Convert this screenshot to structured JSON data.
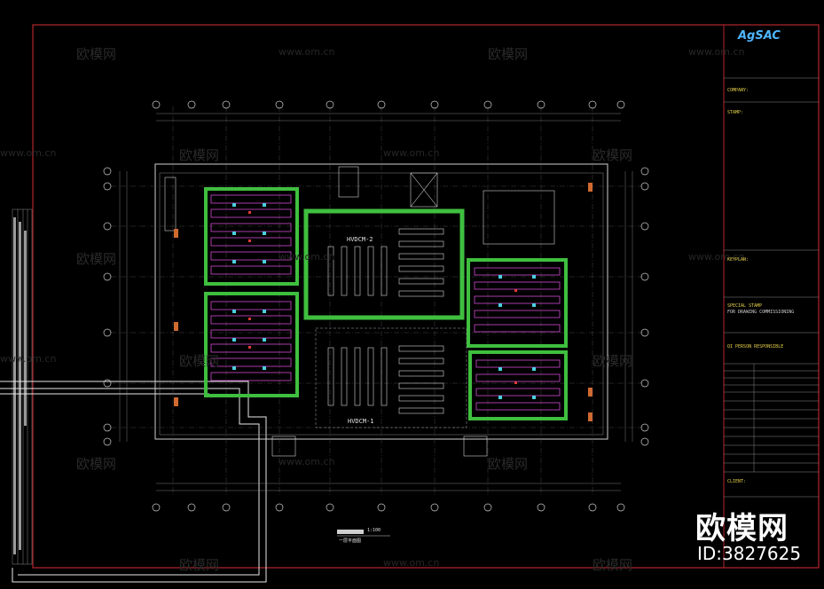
{
  "watermarks": {
    "brand": "欧模网",
    "url": "www.om.cn",
    "big_brand": "欧模网",
    "id_text": "ID:3827625"
  },
  "title_block": {
    "logo": "AgSAC",
    "consultant_label": "COMPANY:",
    "stamp_label": "STAMP:",
    "keyplan_label": "KEYPLAN:",
    "special_stamp_label": "SPECIAL STAMP",
    "special_stamp_sub": "FOR DRAWING COMMISSIONING",
    "person_label": "QI PERSON RESPONSIBLE",
    "client_label": "CLIENT:"
  },
  "plan": {
    "room_top": "HVDCM-2",
    "room_bottom": "HVDCM-1",
    "drawing_title": "一层平面图",
    "scale": "1:100"
  },
  "colors": {
    "frame_red": "#b3262d",
    "wall_green": "#3fbf3f",
    "equipment_magenta": "#d04ad0",
    "grid_white": "#cccccc",
    "text_yellow": "#e6d04a"
  }
}
